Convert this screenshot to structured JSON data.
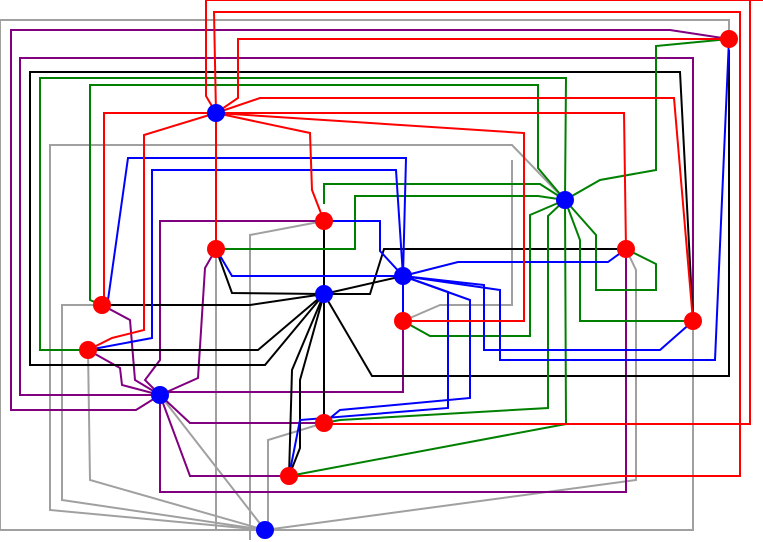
{
  "diagram": {
    "colors": {
      "red": "#ff0000",
      "blue": "#0000ff",
      "green": "#008000",
      "purple": "#800080",
      "black": "#000000",
      "gray": "#a0a0a0",
      "background": "#ffffff"
    },
    "nodes": [
      {
        "id": "b-top-left",
        "color": "blue"
      },
      {
        "id": "r-top-right",
        "color": "red"
      },
      {
        "id": "b-right-upper",
        "color": "blue"
      },
      {
        "id": "r-center-top",
        "color": "red"
      },
      {
        "id": "r-left-mid",
        "color": "red"
      },
      {
        "id": "r-right-mid",
        "color": "red"
      },
      {
        "id": "b-center-right",
        "color": "blue"
      },
      {
        "id": "b-center",
        "color": "blue"
      },
      {
        "id": "r-left-low",
        "color": "red"
      },
      {
        "id": "r-center-low",
        "color": "red"
      },
      {
        "id": "r-far-right",
        "color": "red"
      },
      {
        "id": "r-left-bottom",
        "color": "red"
      },
      {
        "id": "b-left-lower",
        "color": "blue"
      },
      {
        "id": "r-bottom-center",
        "color": "red"
      },
      {
        "id": "r-bottom-left",
        "color": "red"
      },
      {
        "id": "b-bottom",
        "color": "blue"
      }
    ]
  }
}
